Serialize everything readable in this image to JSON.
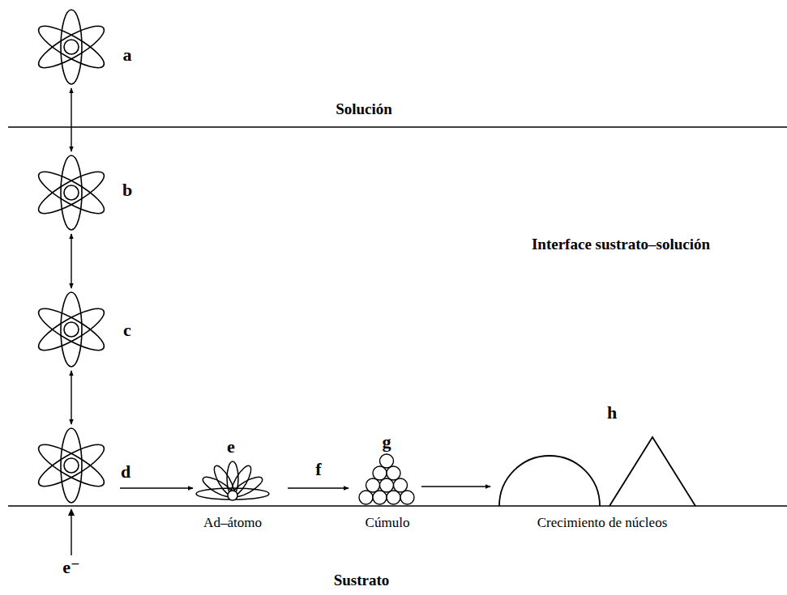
{
  "diagram": {
    "nodes": [
      {
        "text": [
          "a"
        ]
      },
      {
        "text": [
          "b"
        ]
      },
      {
        "text": [
          "c"
        ]
      },
      {
        "text": [
          "d"
        ]
      },
      {
        "text": [
          "e",
          "Ad–átomo"
        ]
      },
      {
        "text": [
          "g",
          "Cúmulo"
        ]
      },
      {
        "text": [
          "h",
          "Crecimiento de núcleos"
        ]
      }
    ],
    "edges": [
      {
        "from": 0,
        "to": 1,
        "arrow": "both"
      },
      {
        "from": 1,
        "to": 2,
        "arrow": "both"
      },
      {
        "from": 2,
        "to": 3,
        "arrow": "both"
      },
      {
        "from": 3,
        "to": 4,
        "arrow": "to"
      },
      {
        "from": 4,
        "to": 5,
        "label": "f",
        "arrow": "to"
      },
      {
        "from": 5,
        "to": 6,
        "arrow": "to"
      }
    ],
    "labels": [
      "Solución",
      "Interface sustrato–solución",
      "e⁻",
      "Sustrato"
    ]
  }
}
